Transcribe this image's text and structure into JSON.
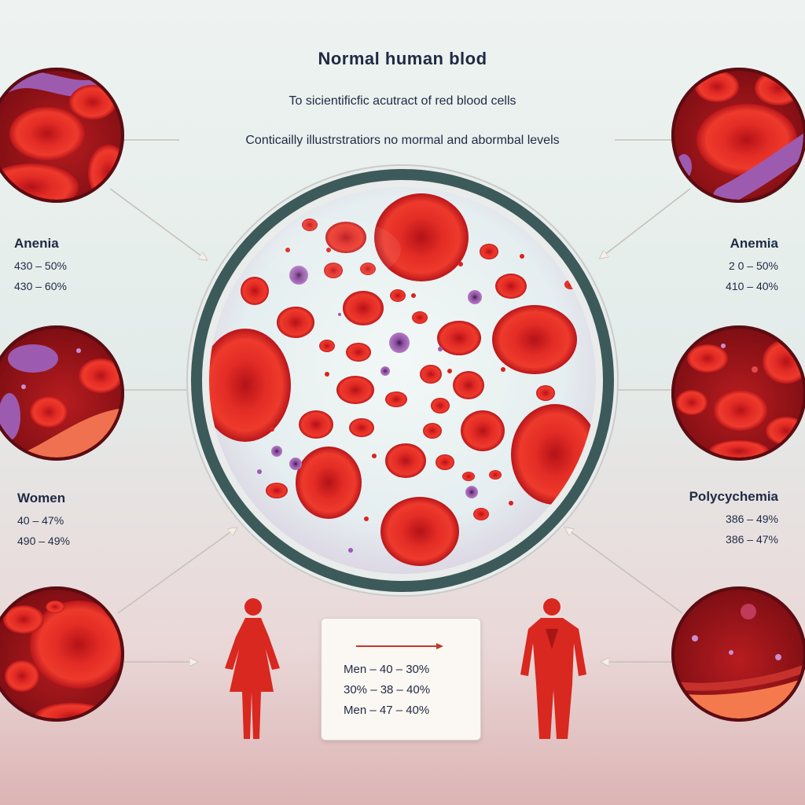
{
  "header": {
    "title": "Normal human blod",
    "subtitle": "To sicientificfic acutract of red blood cells",
    "caption": "Conticailly illustrstratiors no mormal and abormbal levels"
  },
  "left_panels": [
    {
      "label": "Anenia",
      "values": [
        "430 – 50%",
        "430 – 60%"
      ]
    },
    {
      "label": "Women",
      "values": [
        "40 – 47%",
        "490 – 49%"
      ]
    }
  ],
  "right_panels": [
    {
      "label": "Anemia",
      "values": [
        "2 0 – 50%",
        "410 – 40%"
      ]
    },
    {
      "label": "Polycychemia",
      "values": [
        "386 – 49%",
        "386 – 47%"
      ]
    }
  ],
  "info_box": {
    "lines": [
      "Men – 40 – 30%",
      "30% – 38 – 40%",
      "Men – 47 – 40%"
    ]
  },
  "colors": {
    "rbc": "#d8231f",
    "rbc_dark": "#9e0f14",
    "wbc": "#7a3f8e",
    "lens_rim": "#3d5a5a",
    "plasma_dark": "#7d0d12",
    "text": "#1f2a44"
  }
}
